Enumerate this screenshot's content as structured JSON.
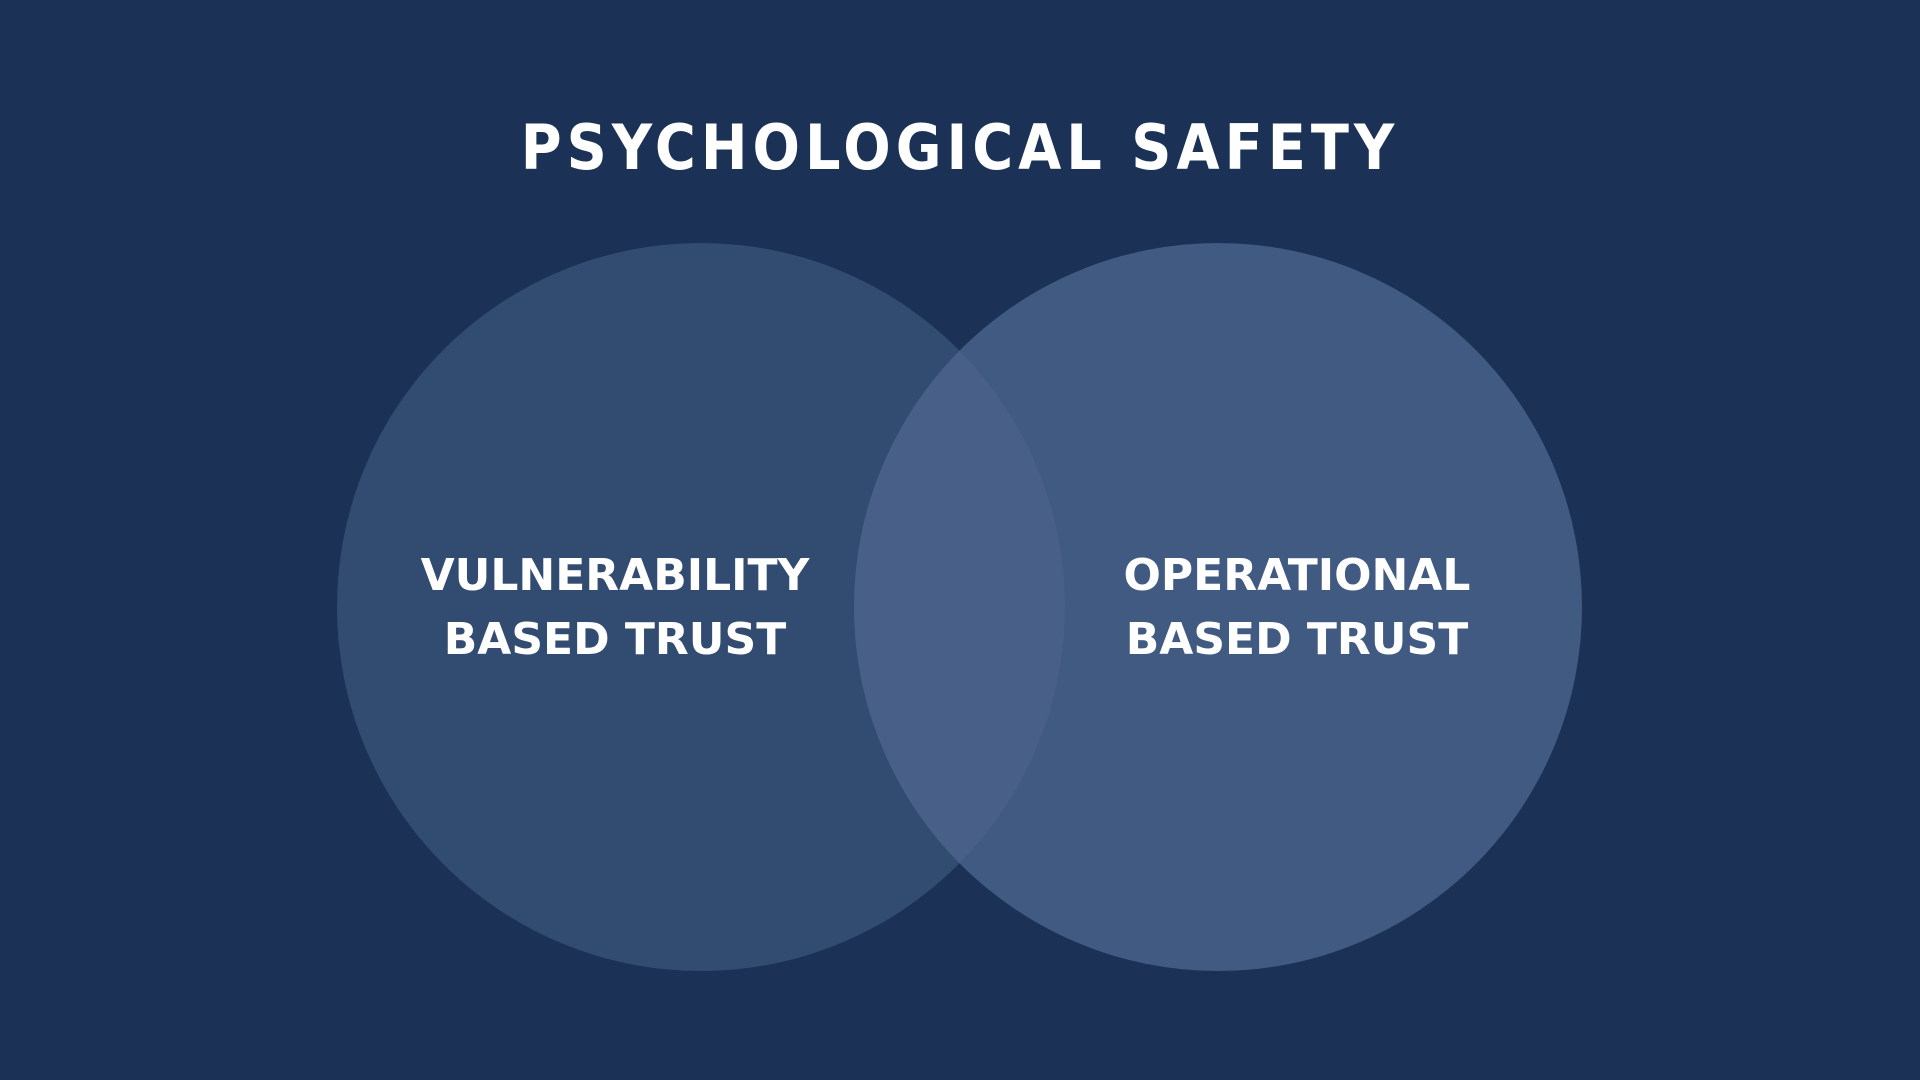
{
  "title": "PSYCHOLOGICAL SAFETY",
  "colors": {
    "background": "#1b3256",
    "left_circle": "#324c71",
    "right_circle": "#405a82",
    "overlap": "#485f87",
    "text": "#ffffff"
  },
  "circles": [
    {
      "id": "left",
      "label_line1": "VULNERABILITY",
      "label_line2": "BASED TRUST"
    },
    {
      "id": "right",
      "label_line1": "OPERATIONAL",
      "label_line2": "BASED TRUST"
    }
  ]
}
